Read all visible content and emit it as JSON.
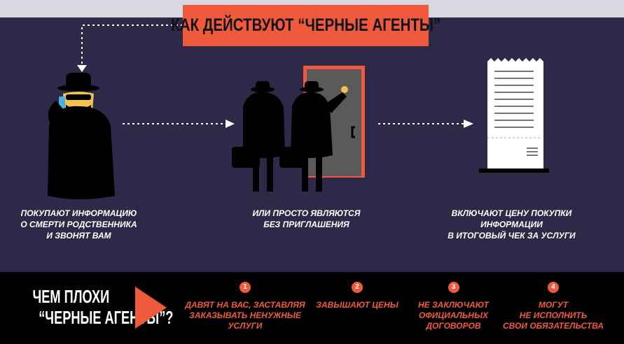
{
  "title": "КАК ДЕЙСТВУЮТ “ЧЕРНЫЕ АГЕНТЫ”",
  "steps": [
    {
      "caption": [
        "ПОКУПАЮТ ИНФОРМАЦИЮ",
        "О СМЕРТИ РОДСТВЕННИКА",
        "И ЗВОНЯТ ВАМ"
      ],
      "icon": "agent-on-phone"
    },
    {
      "caption": [
        "ИЛИ ПРОСТО ЯВЛЯЮТСЯ",
        "БЕЗ ПРИГЛАШЕНИЯ"
      ],
      "icon": "agents-at-door"
    },
    {
      "caption": [
        "ВКЛЮЧАЮТ ЦЕНУ ПОКУПКИ",
        "ИНФОРМАЦИИ",
        "В ИТОГОВЫЙ ЧЕК ЗА УСЛУГИ"
      ],
      "icon": "receipt"
    }
  ],
  "bottom": {
    "question": [
      "ЧЕМ ПЛОХИ",
      "“ЧЕРНЫЕ АГЕНТЫ”?"
    ],
    "items": [
      {
        "num": "1",
        "text": [
          "ДАВЯТ НА ВАС, ЗАСТАВЛЯЯ",
          "ЗАКАЗЫВАТЬ НЕНУЖНЫЕ",
          "УСЛУГИ"
        ]
      },
      {
        "num": "2",
        "text": [
          "ЗАВЫШАЮТ ЦЕНЫ"
        ]
      },
      {
        "num": "3",
        "text": [
          "НЕ ЗАКЛЮЧАЮТ",
          "ОФИЦИАЛЬНЫХ",
          "ДОГОВОРОВ"
        ]
      },
      {
        "num": "4",
        "text": [
          "МОГУТ",
          "НЕ ИСПОЛНИТЬ",
          "СВОИ ОБЯЗАТЕЛЬСТВА"
        ]
      }
    ]
  },
  "colors": {
    "accent": "#f05a3c",
    "background": "#2e2948",
    "bottom": "#000000"
  }
}
